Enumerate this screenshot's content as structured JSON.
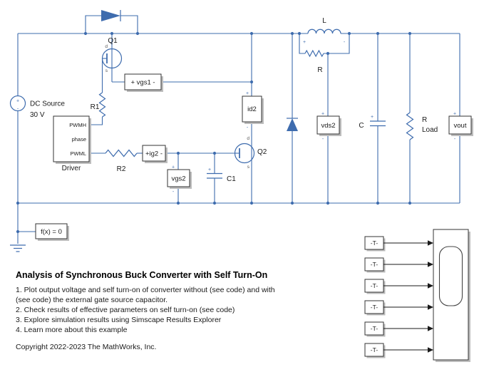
{
  "labels": {
    "dc_source": "DC Source",
    "dc_value": "30 V",
    "q1": "Q1",
    "q2": "Q2",
    "r1": "R1",
    "r2": "R2",
    "c1": "C1",
    "l": "L",
    "l_parallel_r": "R",
    "c_out": "C",
    "rload_1": "R",
    "rload_2": "Load",
    "driver": "Driver",
    "d_pin": "d",
    "s_pin": "s",
    "plus": "+",
    "minus": "-"
  },
  "blocks": {
    "vgs1": "+ vgs1 -",
    "ig2": "+ig2 -",
    "vgs2": "vgs2",
    "id2": "id2",
    "vds2": "vds2",
    "vout": "vout",
    "solver": "f(x) = 0"
  },
  "driver_ports": {
    "pwmh": "PWMH",
    "phase": "phase",
    "pwml": "PWML"
  },
  "scope_panel": {
    "goto_tags": [
      "-T-",
      "-T-",
      "-T-",
      "-T-",
      "-T-",
      "-T-"
    ]
  },
  "description": {
    "title": "Analysis of Synchronous Buck Converter with Self Turn-On",
    "lines": [
      "1. Plot output voltage and self turn-on of converter without (see code) and with",
      "(see code) the external gate source capacitor.",
      "2. Check results of effective parameters on self turn-on (see code)",
      "3. Explore simulation results using Simscape Results Explorer",
      "4. Learn more about this example"
    ],
    "copyright": "Copyright 2022-2023 The MathWorks, Inc."
  },
  "colors": {
    "wire": "#3e6cae",
    "signal": "#1a1a1a",
    "block_border": "#333333",
    "block_fill": "#ffffff",
    "shadow": "#bdbdbd"
  }
}
